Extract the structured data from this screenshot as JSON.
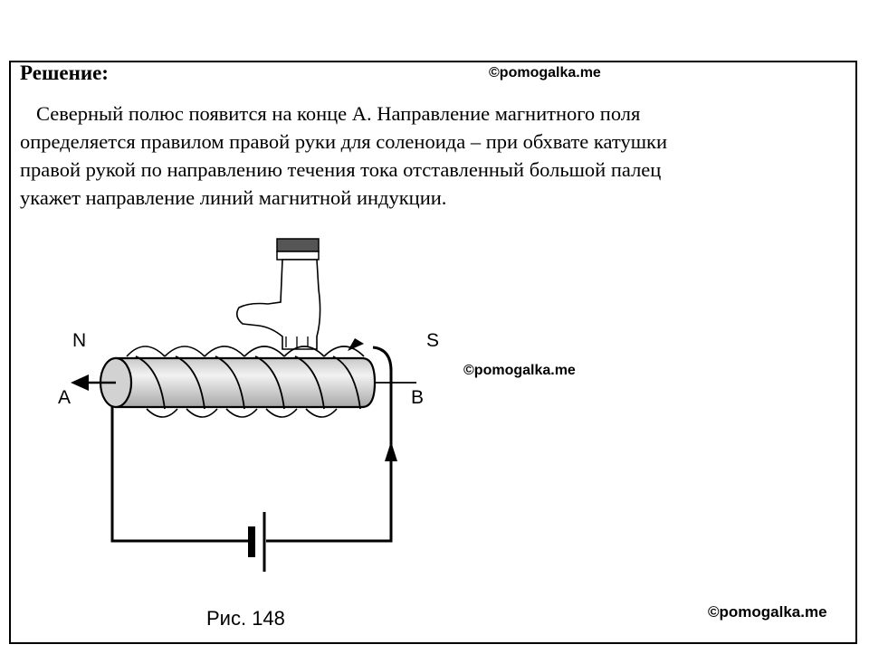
{
  "solution": {
    "heading": "Решение:",
    "lines": [
      "Северный полюс появится на конце А. Направление магнитного поля",
      "определяется правилом правой руки для соленоида – при обхвате катушки",
      "правой рукой по направлению течения тока отставленный большой палец",
      "укажет направление линий магнитной индукции."
    ]
  },
  "watermarks": [
    "©pomogalka.me",
    "©pomogalka.me",
    "©pomogalka.me"
  ],
  "figure": {
    "label_n": "N",
    "label_s": "S",
    "label_a": "A",
    "label_b": "B",
    "caption": "Рис. 148"
  }
}
